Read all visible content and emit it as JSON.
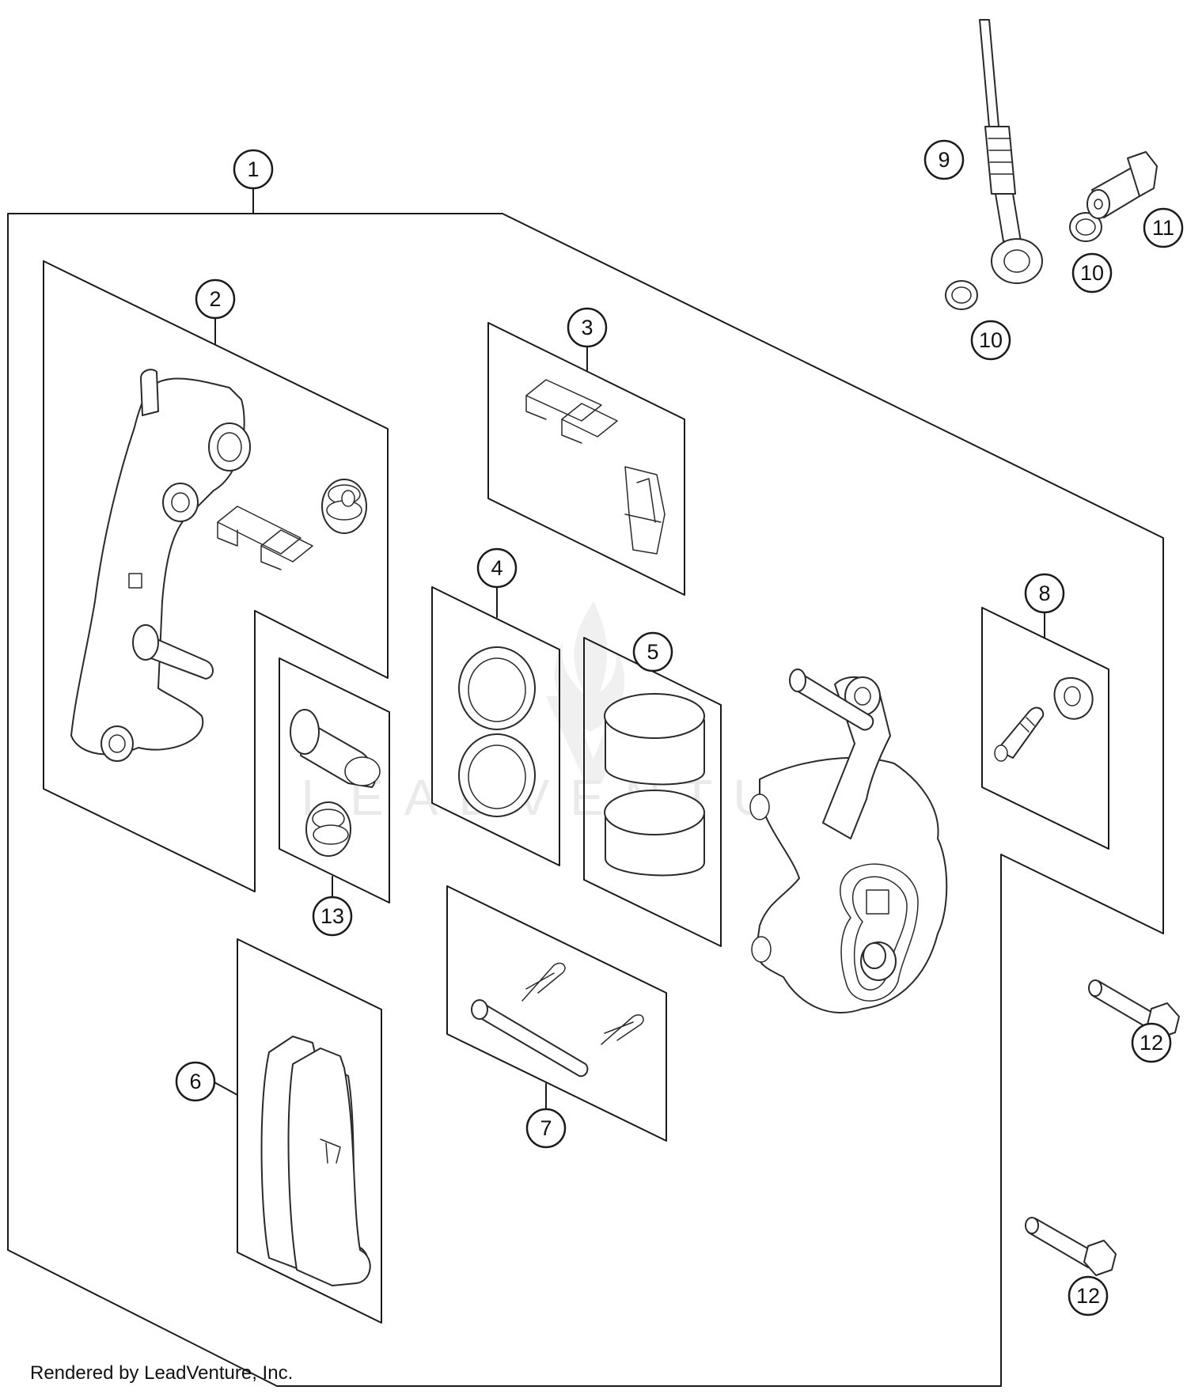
{
  "callouts": [
    {
      "id": "c1",
      "label": "1"
    },
    {
      "id": "c2",
      "label": "2"
    },
    {
      "id": "c3",
      "label": "3"
    },
    {
      "id": "c4",
      "label": "4"
    },
    {
      "id": "c5",
      "label": "5"
    },
    {
      "id": "c6",
      "label": "6"
    },
    {
      "id": "c7",
      "label": "7"
    },
    {
      "id": "c8",
      "label": "8"
    },
    {
      "id": "c9",
      "label": "9"
    },
    {
      "id": "c10a",
      "label": "10"
    },
    {
      "id": "c10b",
      "label": "10"
    },
    {
      "id": "c11",
      "label": "11"
    },
    {
      "id": "c12a",
      "label": "12"
    },
    {
      "id": "c12b",
      "label": "12"
    },
    {
      "id": "c13",
      "label": "13"
    }
  ],
  "watermark": {
    "text": "LEADVENTURE"
  },
  "footer": {
    "credit": "Rendered by LeadVenture, Inc."
  },
  "colors": {
    "line": "#1a1a1a",
    "watermark": "#eaeaea"
  }
}
